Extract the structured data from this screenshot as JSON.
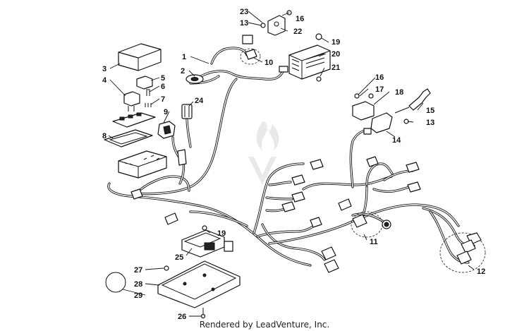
{
  "credit_text": "Rendered by LeadVenture, Inc.",
  "callouts": [
    "1",
    "2",
    "3",
    "4",
    "5",
    "6",
    "7",
    "8",
    "9",
    "10",
    "11",
    "12",
    "13",
    "13",
    "14",
    "15",
    "16",
    "16",
    "17",
    "18",
    "19",
    "19",
    "20",
    "21",
    "22",
    "23",
    "24",
    "25",
    "26",
    "27",
    "28",
    "29"
  ]
}
